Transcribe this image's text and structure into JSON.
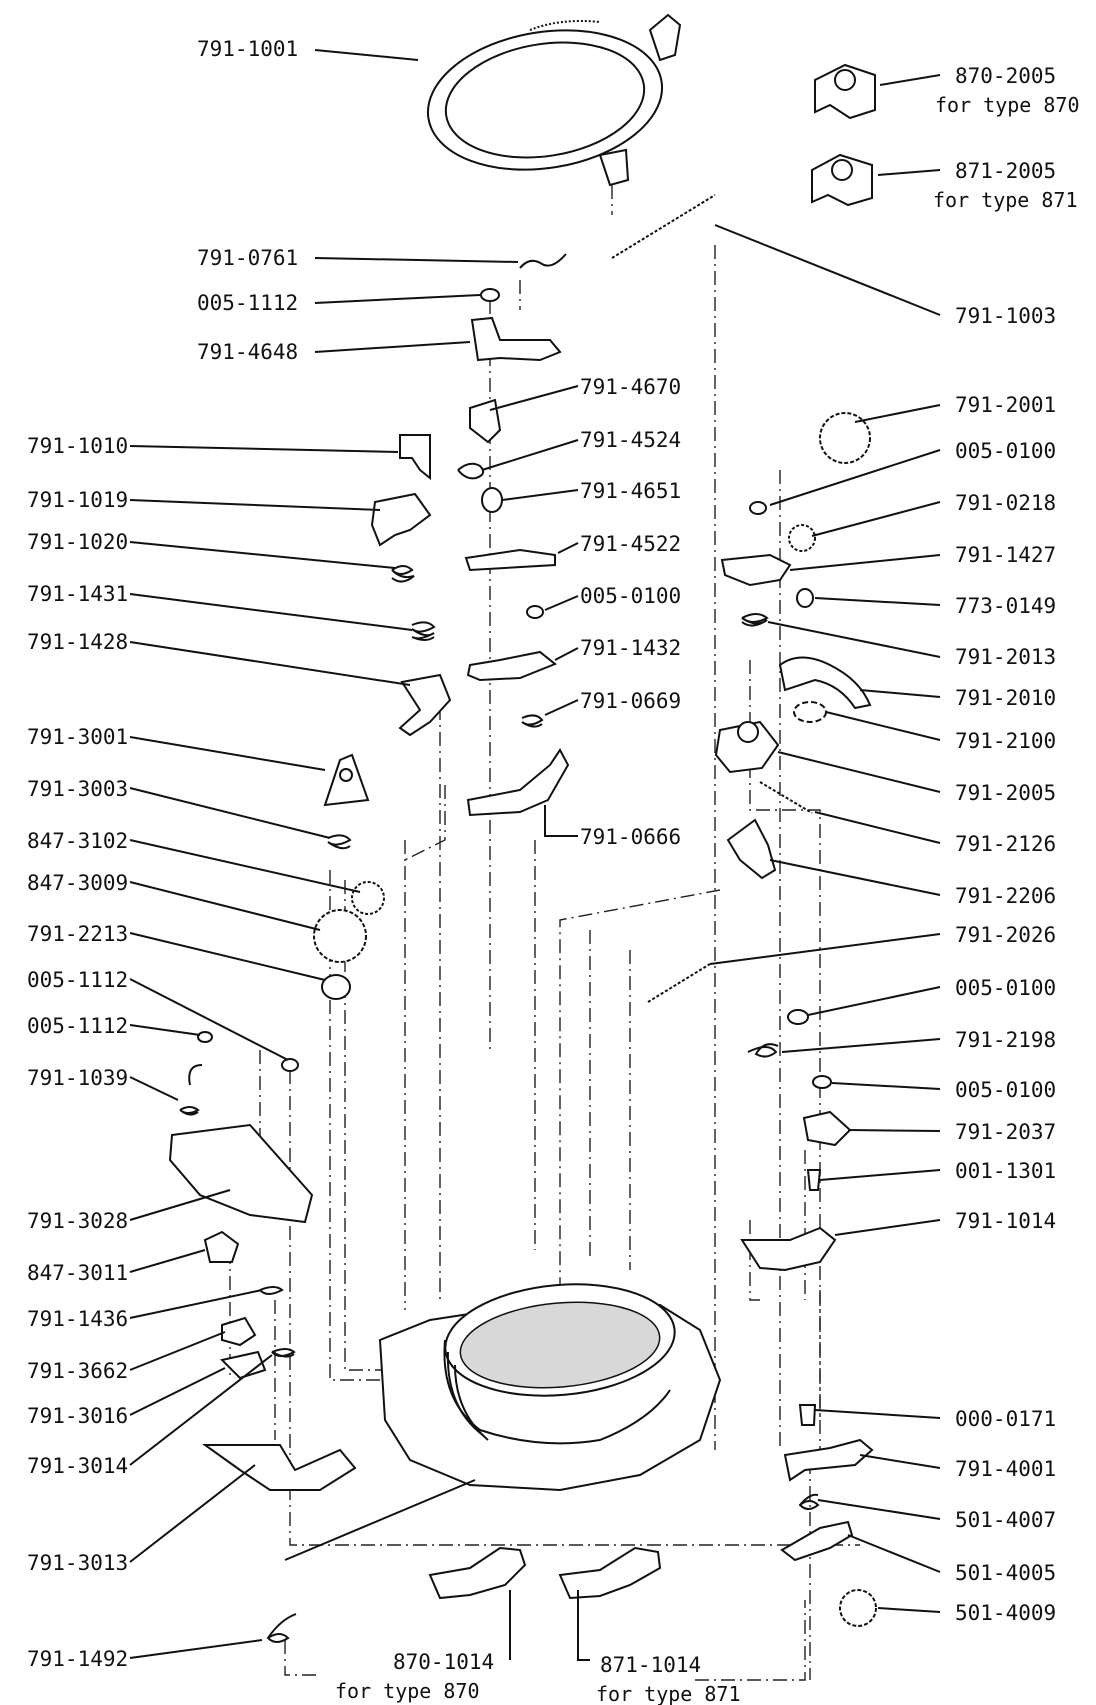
{
  "labels": {
    "l791_1001": "791-1001",
    "l870_2005": "870-2005",
    "l870_2005_note": "for type 870",
    "l871_2005": "871-2005",
    "l871_2005_note": "for type 871",
    "l791_0761": "791-0761",
    "l005_1112_a": "005-1112",
    "l791_4648": "791-4648",
    "l791_1003": "791-1003",
    "l791_4670": "791-4670",
    "l791_1010": "791-1010",
    "l791_4524": "791-4524",
    "l791_2001": "791-2001",
    "l005_0100_a": "005-0100",
    "l791_1019": "791-1019",
    "l791_4651": "791-4651",
    "l791_0218": "791-0218",
    "l791_1020": "791-1020",
    "l791_4522": "791-4522",
    "l791_1427": "791-1427",
    "l005_0100_b": "005-0100",
    "l773_0149": "773-0149",
    "l791_1431": "791-1431",
    "l791_1432": "791-1432",
    "l791_2013": "791-2013",
    "l791_1428": "791-1428",
    "l791_0669": "791-0669",
    "l791_2010": "791-2010",
    "l791_3001": "791-3001",
    "l791_2100": "791-2100",
    "l791_3003": "791-3003",
    "l791_2005": "791-2005",
    "l791_0666": "791-0666",
    "l847_3102": "847-3102",
    "l791_2126": "791-2126",
    "l847_3009": "847-3009",
    "l791_2206": "791-2206",
    "l791_2213": "791-2213",
    "l791_2026": "791-2026",
    "l005_1112_b": "005-1112",
    "l005_0100_c": "005-0100",
    "l005_1112_c": "005-1112",
    "l791_2198": "791-2198",
    "l791_1039": "791-1039",
    "l005_0100_d": "005-0100",
    "l791_2037": "791-2037",
    "l001_1301": "001-1301",
    "l791_3028": "791-3028",
    "l791_1014": "791-1014",
    "l847_3011": "847-3011",
    "l791_1436": "791-1436",
    "l791_3662": "791-3662",
    "l791_3016": "791-3016",
    "l000_0171": "000-0171",
    "l791_3014": "791-3014",
    "l791_4001": "791-4001",
    "l501_4007": "501-4007",
    "l791_3013": "791-3013",
    "l501_4005": "501-4005",
    "l501_4009": "501-4009",
    "l791_1492": "791-1492",
    "l870_1014": "870-1014",
    "l870_1014_note": "for type 870",
    "l871_1014": "871-1014",
    "l871_1014_note": "for type 871"
  }
}
